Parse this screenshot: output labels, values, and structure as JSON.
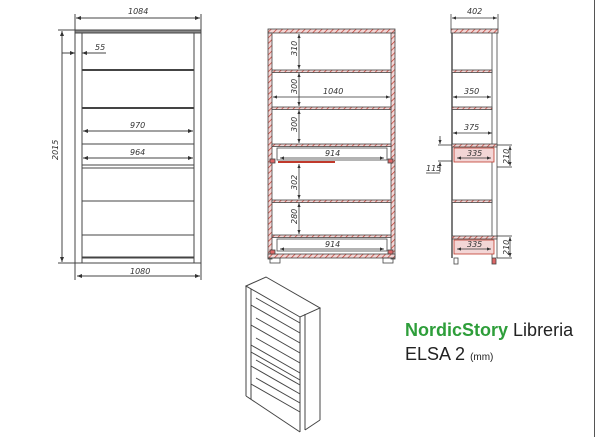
{
  "title": {
    "brand": "NordicStory",
    "product": "Libreria",
    "model": "ELSA 2",
    "unit": "(mm)",
    "brand_color": "#2e9e3a"
  },
  "front_view": {
    "width_top": "1084",
    "width_bottom": "1080",
    "height": "2015",
    "side_offset": "55",
    "inner_width": "970",
    "drawer_width": "964"
  },
  "section_view": {
    "inner_width": "1040",
    "spacing_1": "310",
    "spacing_2": "300",
    "spacing_3": "300",
    "drawer_upper": "914",
    "spacing_4": "302",
    "spacing_5": "280",
    "drawer_lower": "914",
    "hatch_color": "#c0392b"
  },
  "side_view": {
    "depth": "402",
    "shelf_depth": "350",
    "drawer_depth": "375",
    "drawer_inner_upper": "335",
    "drawer_height_upper": "210",
    "drawer_offset": "115",
    "drawer_inner_lower": "335",
    "drawer_height_lower": "210"
  }
}
